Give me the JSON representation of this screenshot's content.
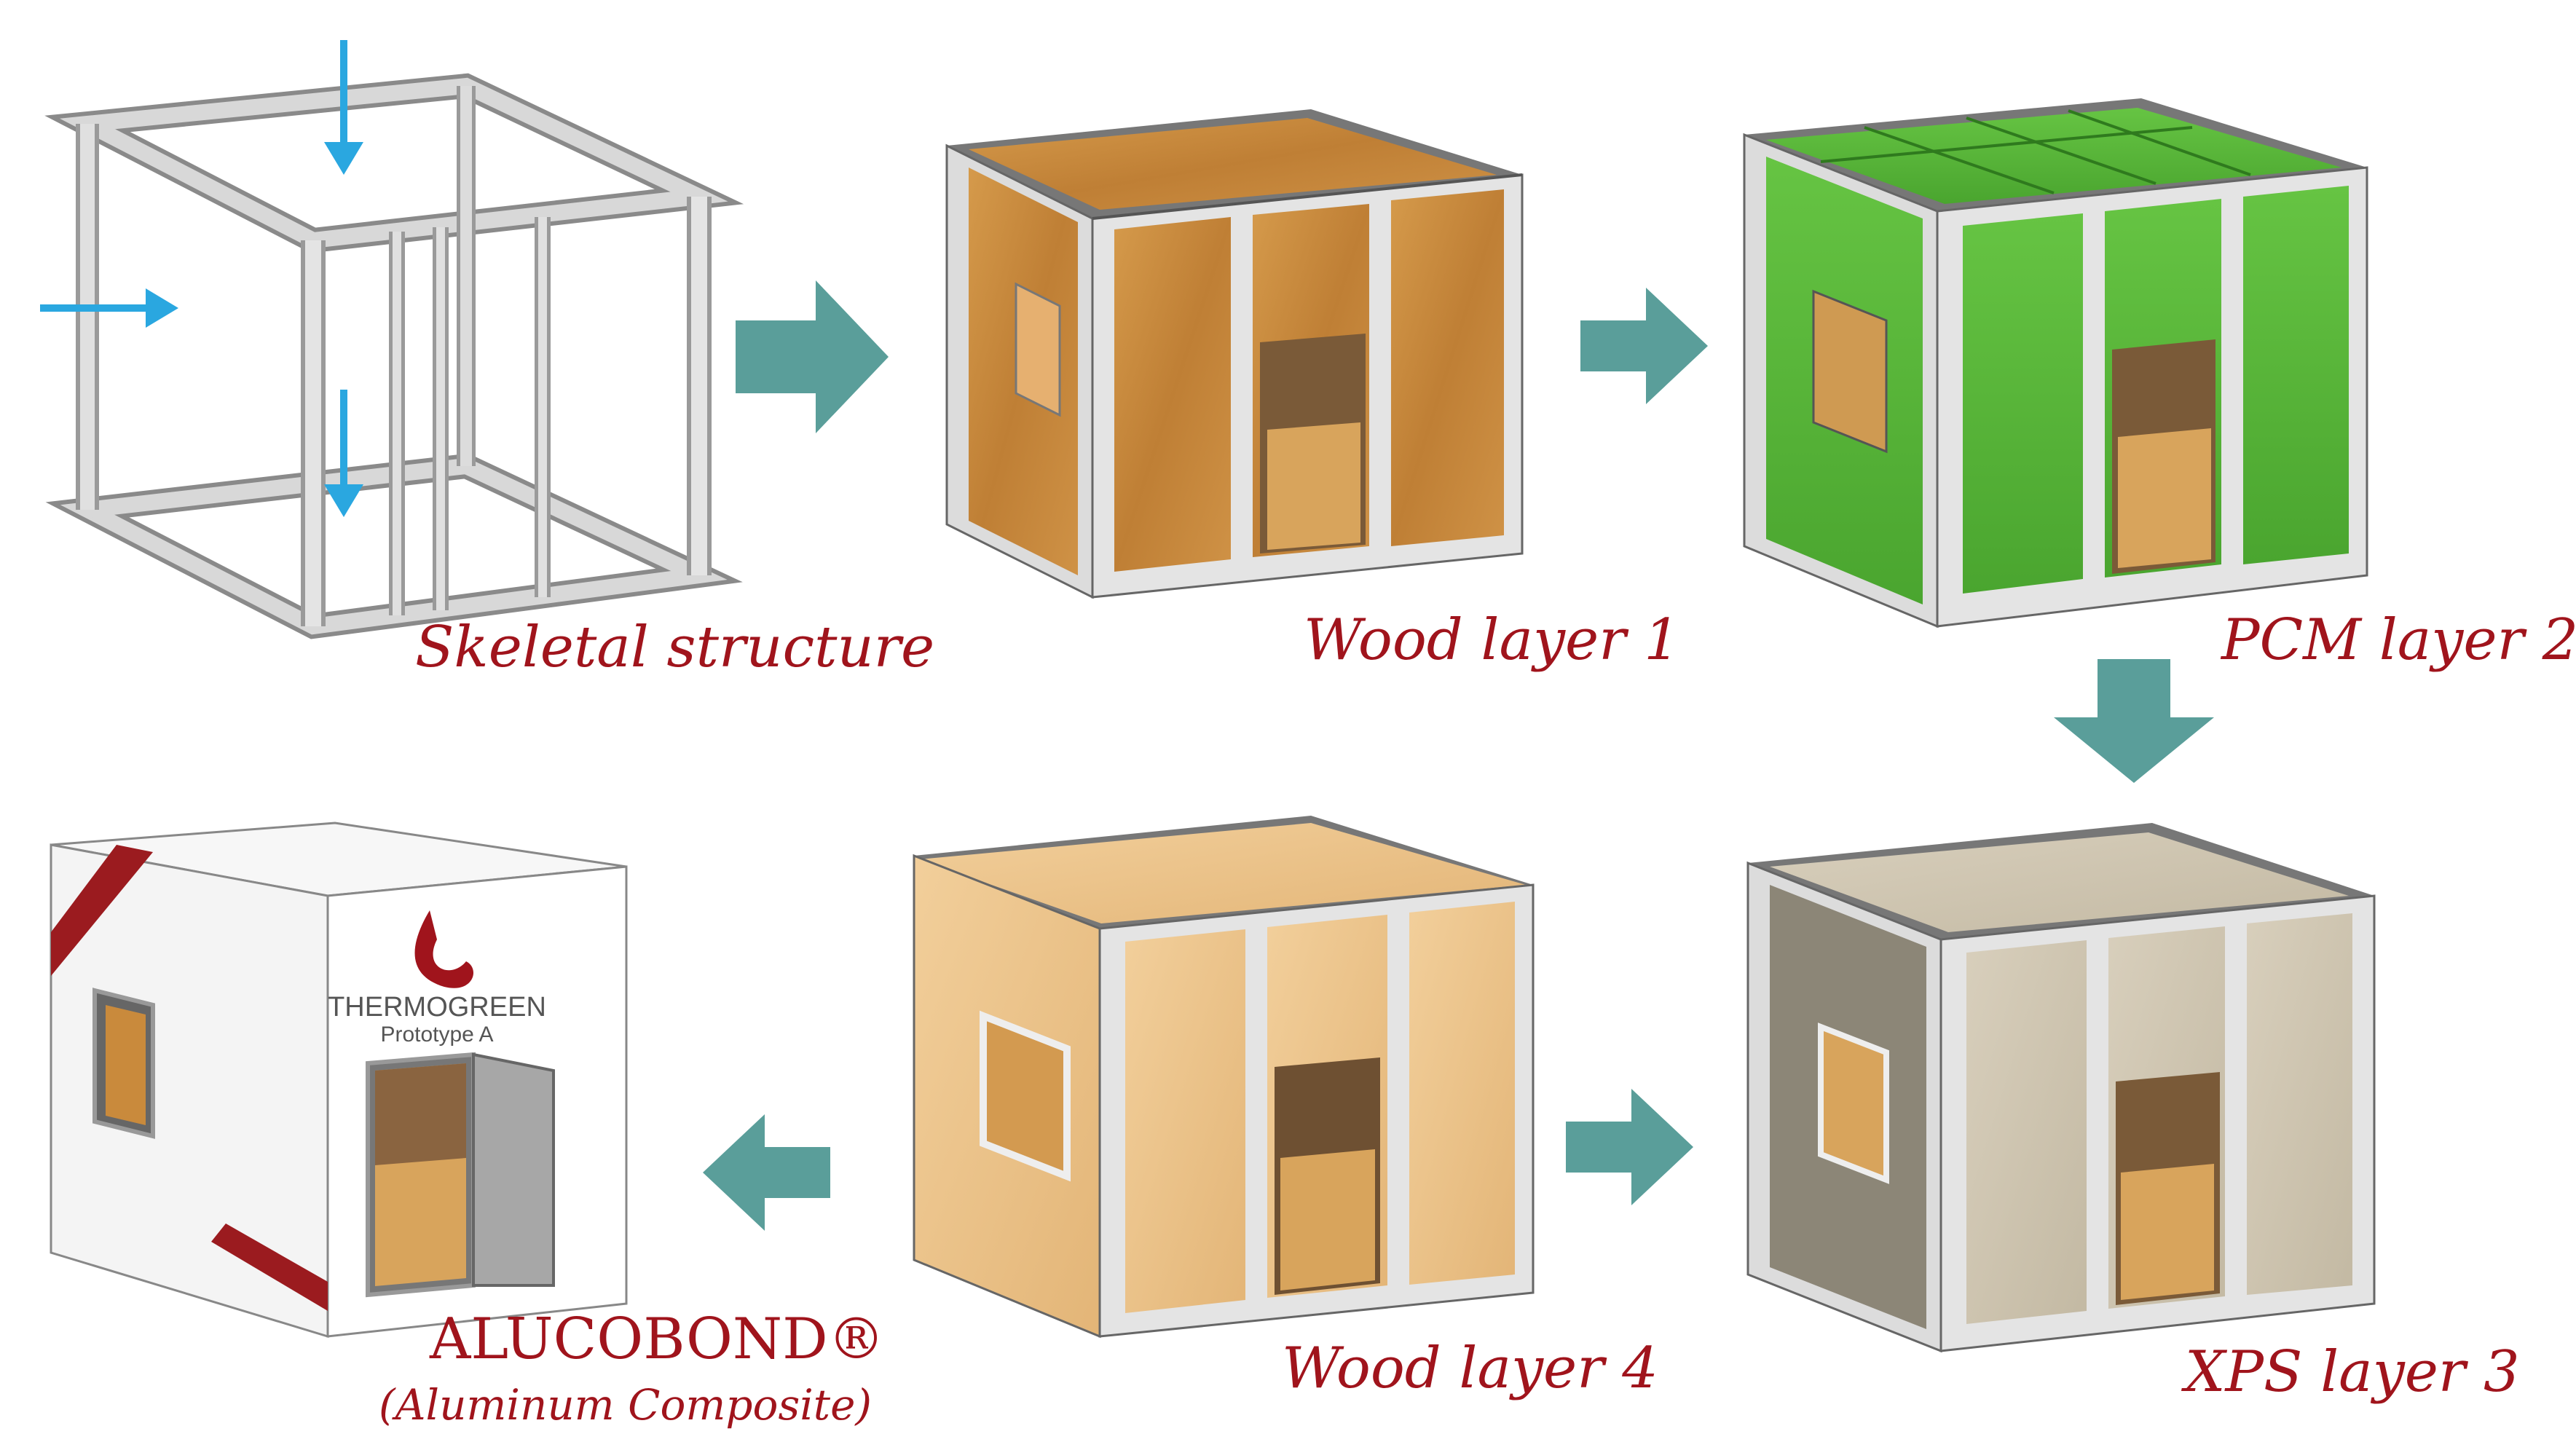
{
  "captions": {
    "skeletal": "Skeletal structure",
    "wood1": "Wood layer 1",
    "pcm2": "PCM layer 2",
    "xps3": "XPS layer 3",
    "wood4": "Wood layer 4",
    "alucobond": "ALUCOBOND®",
    "aluminum": "(Aluminum Composite)"
  },
  "brand": {
    "name": "THERMOGREEN",
    "prototype": "Prototype A"
  },
  "colors": {
    "caption": "#a0141c",
    "arrow": "#5a9e9a",
    "load_arrow": "#2aa7e0",
    "frame": "#e8e8e8",
    "frame_edge": "#555555",
    "wood_dark": "#c98a3c",
    "wood_light": "#ecc48a",
    "pcm": "#5cba3c",
    "xps": "#cfc5b0",
    "xps_side": "#8c8677",
    "alucobond": "#f4f4f4",
    "stripe": "#9b1b1f"
  }
}
